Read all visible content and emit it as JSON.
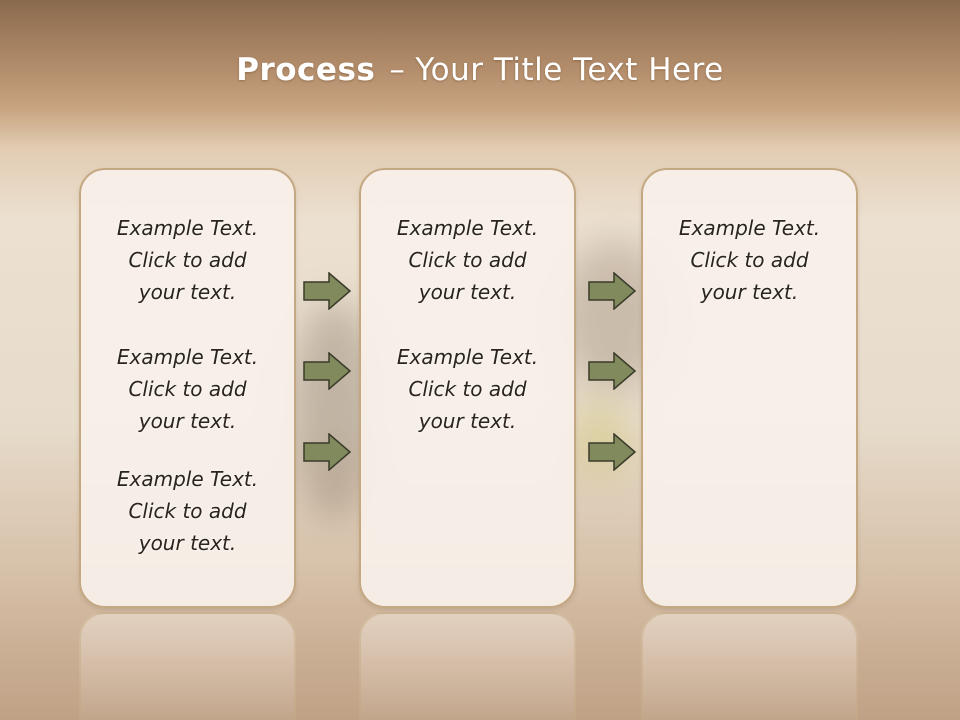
{
  "slide": {
    "title_bold": "Process",
    "title_sep": "–",
    "title_rest": "Your Title Text Here"
  },
  "columns": [
    {
      "blocks": [
        {
          "line1": "Example Text.",
          "line2": "Click  to add",
          "line3": "your text."
        },
        {
          "line1": "Example Text.",
          "line2": "Click  to add",
          "line3": "your text."
        },
        {
          "line1": "Example Text.",
          "line2": "Click  to add",
          "line3": "your text."
        }
      ]
    },
    {
      "blocks": [
        {
          "line1": "Example Text.",
          "line2": "Click  to add",
          "line3": "your text."
        },
        {
          "line1": "Example Text.",
          "line2": "Click  to add",
          "line3": "your text."
        }
      ]
    },
    {
      "blocks": [
        {
          "line1": "Example Text.",
          "line2": "Click  to add",
          "line3": "your text."
        }
      ]
    }
  ],
  "arrow_icon": "arrow-right-icon",
  "colors": {
    "arrow_fill": "#818a5c",
    "arrow_stroke": "#3a3a2a",
    "panel_border": "#c4a882"
  }
}
